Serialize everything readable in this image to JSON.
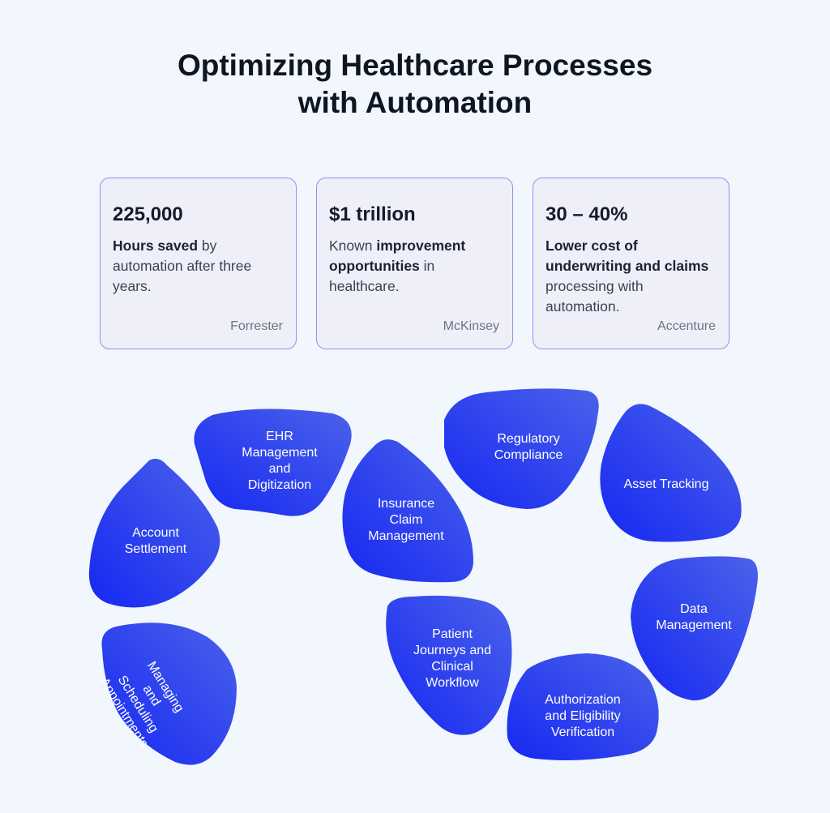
{
  "title": {
    "line1": "Optimizing Healthcare Processes",
    "line2": "with Automation"
  },
  "stats": [
    {
      "value": "225,000",
      "desc_parts": [
        {
          "b": "Hours saved"
        },
        {
          "t": " by automation after three years."
        }
      ],
      "source": "Forrester"
    },
    {
      "value": "$1 trillion",
      "desc_parts": [
        {
          "t": "Known "
        },
        {
          "b": "improvement opportunities"
        },
        {
          "t": " in healthcare."
        }
      ],
      "source": "McKinsey"
    },
    {
      "value": "30 – 40%",
      "desc_parts": [
        {
          "b": "Lower cost of underwriting and claims"
        },
        {
          "t": " processing with automation."
        }
      ],
      "source": "Accenture"
    }
  ],
  "processes": [
    {
      "lines": [
        "EHR",
        "Management",
        "and",
        "Digitization"
      ]
    },
    {
      "lines": [
        "Account",
        "Settlement"
      ]
    },
    {
      "lines": [
        "Managing",
        "and",
        "Scheduling",
        "Appointments"
      ]
    },
    {
      "lines": [
        "Insurance",
        "Claim",
        "Management"
      ]
    },
    {
      "lines": [
        "Regulatory",
        "Compliance"
      ]
    },
    {
      "lines": [
        "Asset Tracking"
      ]
    },
    {
      "lines": [
        "Patient",
        "Journeys and",
        "Clinical",
        "Workflow"
      ]
    },
    {
      "lines": [
        "Data",
        "Management"
      ]
    },
    {
      "lines": [
        "Authorization",
        "and Eligibility",
        "Verification"
      ]
    }
  ],
  "colors": {
    "blob_light": "#4a62ea",
    "blob_dark": "#1628f2",
    "card_border": "#8f92ee"
  }
}
